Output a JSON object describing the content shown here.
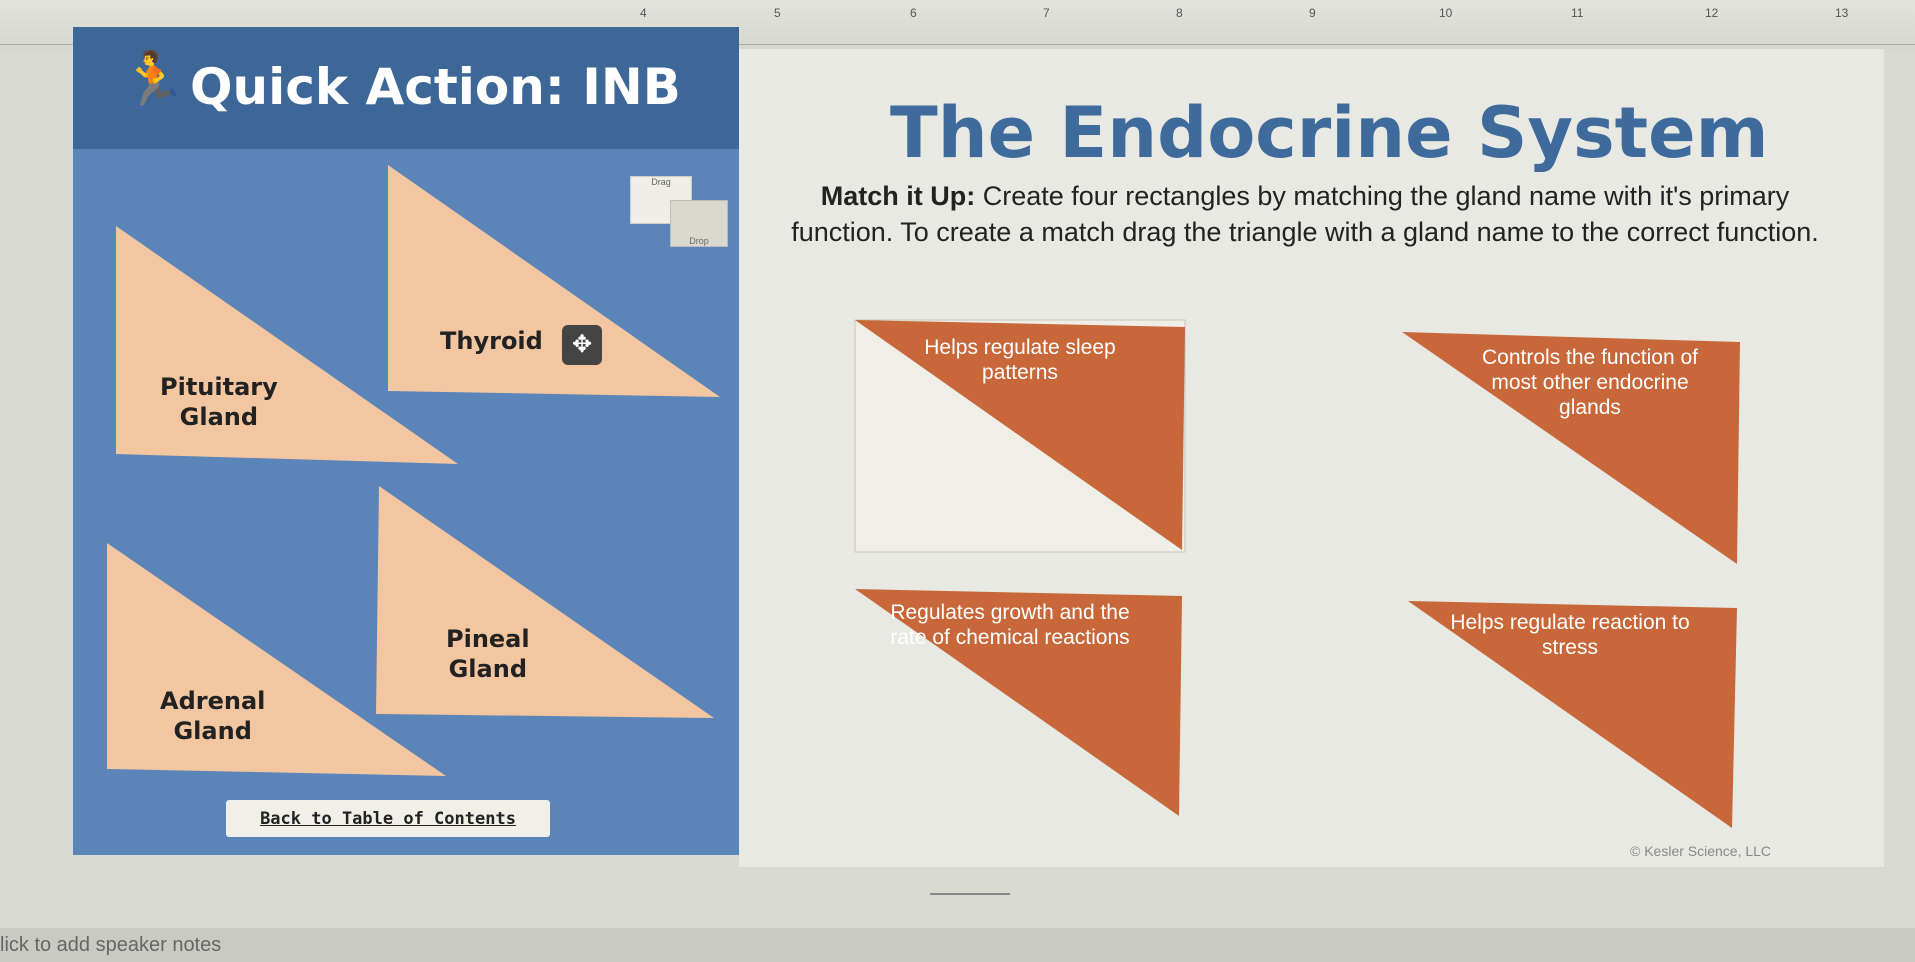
{
  "ruler": {
    "numbers": [
      "4",
      "5",
      "6",
      "7",
      "8",
      "9",
      "10",
      "11",
      "12",
      "13"
    ]
  },
  "panel": {
    "title": "Quick Action: INB",
    "runner_icon": "running-person-icon",
    "drag_label": "Drag",
    "drop_label": "Drop",
    "back_button": "Back to Table of Contents"
  },
  "glands": [
    {
      "line1": "Thyroid",
      "line2": ""
    },
    {
      "line1": "Pituitary",
      "line2": "Gland"
    },
    {
      "line1": "Pineal",
      "line2": "Gland"
    },
    {
      "line1": "Adrenal",
      "line2": "Gland"
    }
  ],
  "main": {
    "title": "The Endocrine System",
    "instructions_bold": "Match it Up:",
    "instructions": " Create four rectangles by matching the gland name with it's primary function. To create a match drag the triangle with a gland name to the correct function.",
    "functions": [
      {
        "text": "Helps regulate sleep patterns"
      },
      {
        "text": "Controls the function of most other endocrine glands"
      },
      {
        "text": "Regulates growth and the rate of chemical reactions"
      },
      {
        "text": "Helps regulate reaction to stress"
      }
    ],
    "copyright": "© Kesler Science, LLC"
  },
  "notes": {
    "placeholder": "lick to add speaker notes"
  },
  "colors": {
    "panel": "#5b84b8",
    "header": "#3d6796",
    "gland": "#f2c6a0",
    "function": "#c8683a",
    "title": "#3f6a9c"
  }
}
